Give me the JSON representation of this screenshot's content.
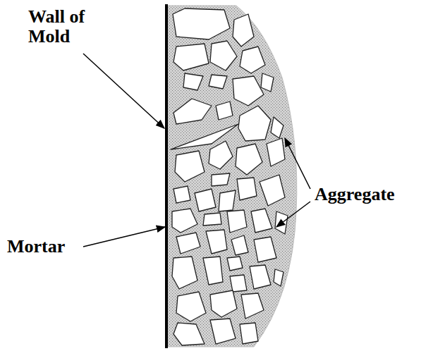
{
  "diagram": {
    "labels": [
      "Wall of Mold",
      "Aggregate",
      "Mortar"
    ]
  }
}
